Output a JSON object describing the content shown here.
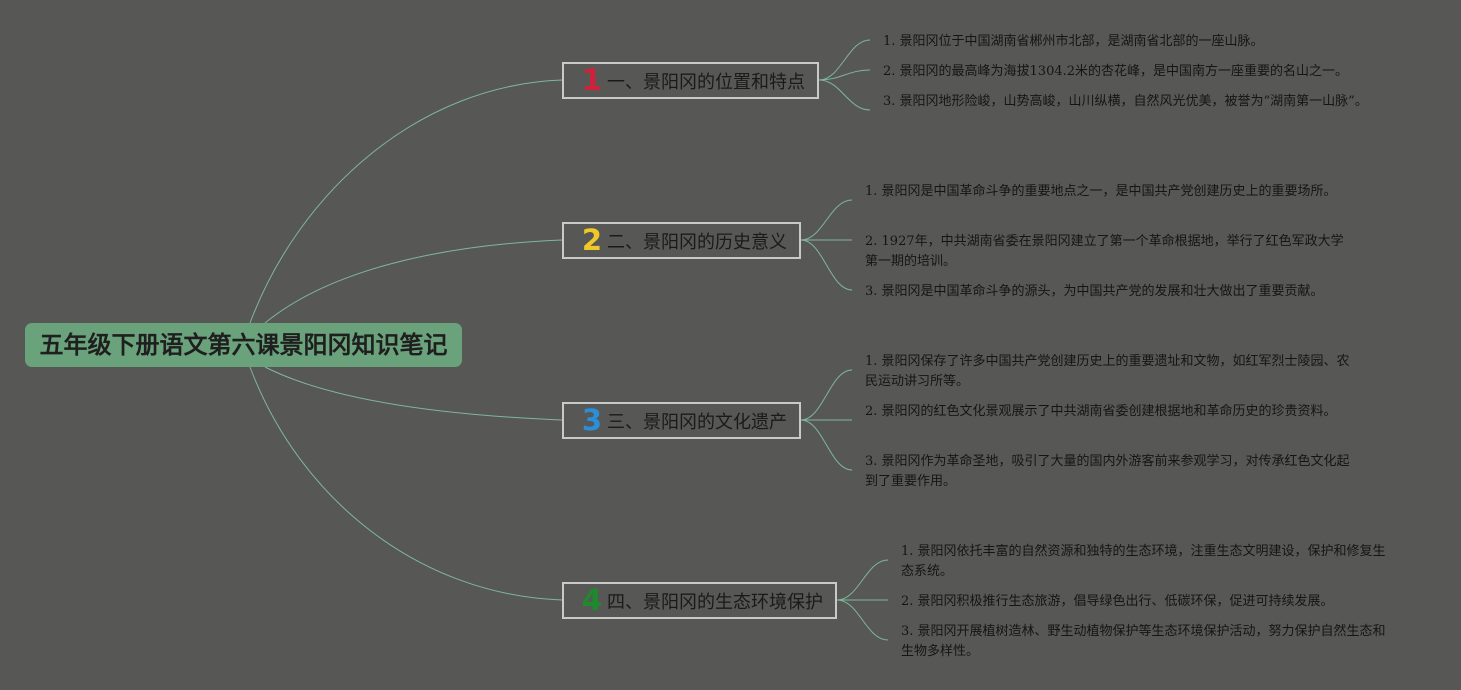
{
  "root": {
    "label": "五年级下册语文第六课景阳冈知识笔记"
  },
  "colors": {
    "background": "#575855",
    "root_fill": "#6aa27b",
    "line": "#7fb69c",
    "branch_border": "#c9c9c9"
  },
  "branches": [
    {
      "number": "1",
      "number_color": "#d0213b",
      "label": "一、景阳冈的位置和特点",
      "items": [
        "1. 景阳冈位于中国湖南省郴州市北部，是湖南省北部的一座山脉。",
        "2. 景阳冈的最高峰为海拔1304.2米的杏花峰，是中国南方一座重要的名山之一。",
        "3. 景阳冈地形险峻，山势高峻，山川纵横，自然风光优美，被誉为“湖南第一山脉”。"
      ]
    },
    {
      "number": "2",
      "number_color": "#f0c929",
      "label": "二、景阳冈的历史意义",
      "items": [
        "1. 景阳冈是中国革命斗争的重要地点之一，是中国共产党创建历史上的重要场所。",
        "2. 1927年，中共湖南省委在景阳冈建立了第一个革命根据地，举行了红色军政大学第一期的培训。",
        "3. 景阳冈是中国革命斗争的源头，为中国共产党的发展和壮大做出了重要贡献。"
      ]
    },
    {
      "number": "3",
      "number_color": "#2a8fd8",
      "label": "三、景阳冈的文化遗产",
      "items": [
        "1. 景阳冈保存了许多中国共产党创建历史上的重要遗址和文物，如红军烈士陵园、农民运动讲习所等。",
        "2. 景阳冈的红色文化景观展示了中共湖南省委创建根据地和革命历史的珍贵资料。",
        "3. 景阳冈作为革命圣地，吸引了大量的国内外游客前来参观学习，对传承红色文化起到了重要作用。"
      ]
    },
    {
      "number": "4",
      "number_color": "#1e8a2e",
      "label": "四、景阳冈的生态环境保护",
      "items": [
        "1. 景阳冈依托丰富的自然资源和独特的生态环境，注重生态文明建设，保护和修复生态系统。",
        "2. 景阳冈积极推行生态旅游，倡导绿色出行、低碳环保，促进可持续发展。",
        "3. 景阳冈开展植树造林、野生动植物保护等生态环境保护活动，努力保护自然生态和生物多样性。"
      ]
    }
  ]
}
